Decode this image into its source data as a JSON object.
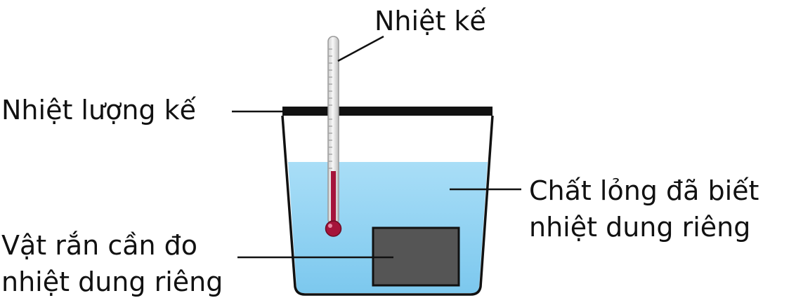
{
  "labels": {
    "thermometer": "Nhiệt kế",
    "calorimeter": "Nhiệt lượng kế",
    "liquid_line1": "Chất lỏng đã biết",
    "liquid_line2": "nhiệt dung riêng",
    "solid_line1": "Vật rắn cần đo",
    "solid_line2": "nhiệt dung riêng"
  },
  "colors": {
    "water_top": "#a9def7",
    "water_bottom": "#7cc8ee",
    "lid": "#111111",
    "solid_block": "#555555",
    "thermometer_liquid": "#a5143a",
    "thermometer_tube": "#e8e8e8"
  }
}
